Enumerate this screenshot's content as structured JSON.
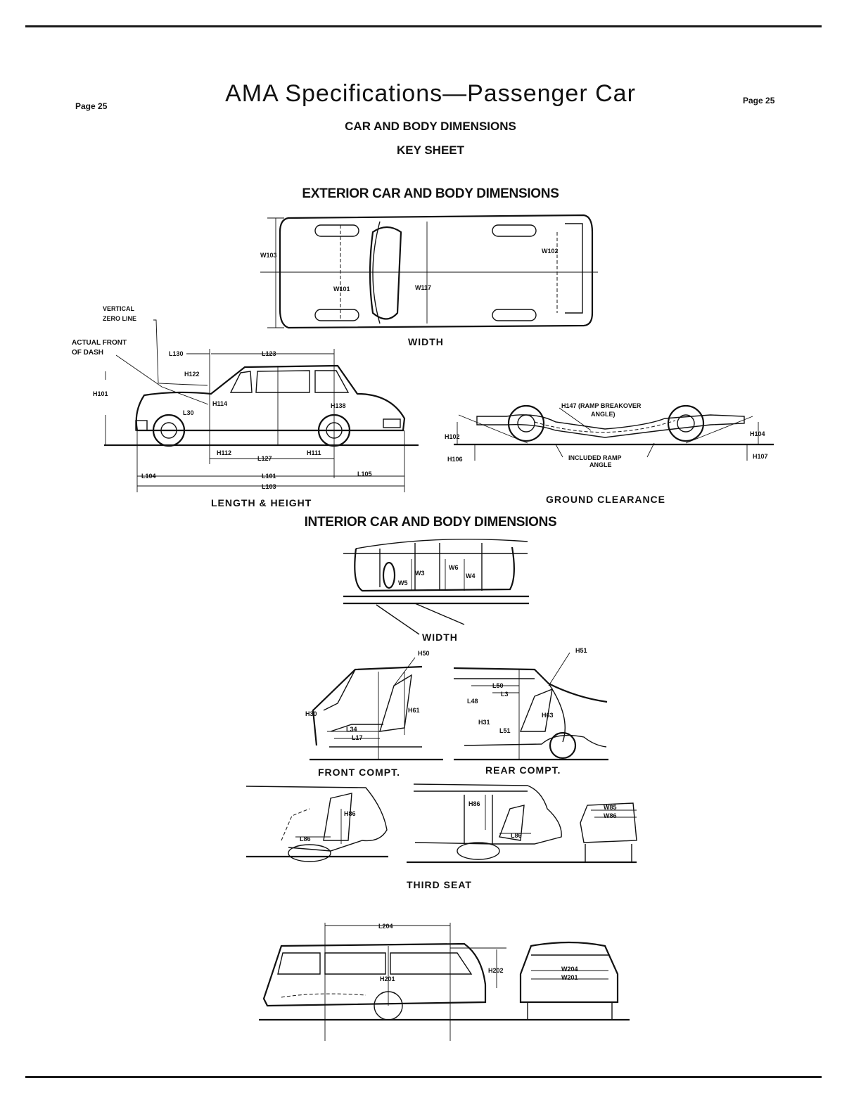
{
  "header": {
    "page_left": "Page 25",
    "title": "AMA Specifications—Passenger Car",
    "page_right": "Page 25",
    "subtitle1": "CAR AND BODY DIMENSIONS",
    "subtitle2": "KEY SHEET"
  },
  "exterior": {
    "heading": "EXTERIOR CAR AND BODY DIMENSIONS",
    "width_caption": "WIDTH",
    "length_caption": "LENGTH & HEIGHT",
    "ground_caption": "GROUND CLEARANCE",
    "width_labels": {
      "w103": "W103",
      "w102": "W102",
      "w101": "W101",
      "w117": "W117"
    },
    "length_labels": {
      "vertical_zero_1": "VERTICAL",
      "vertical_zero_2": "ZERO LINE",
      "actual_front_1": "ACTUAL FRONT",
      "actual_front_2": "OF DASH",
      "l130": "L130",
      "l123": "L123",
      "h122": "H122",
      "h101": "H101",
      "l30": "L30",
      "h114": "H114",
      "h138": "H138",
      "h112": "H112",
      "h111": "H111",
      "l127": "L127",
      "l104": "L104",
      "l101": "L101",
      "l105": "L105",
      "l103": "L103"
    },
    "ground_labels": {
      "h147_1": "H147 (RAMP BREAKOVER",
      "h147_2": "ANGLE)",
      "h102": "H102",
      "h104": "H104",
      "h106": "H106",
      "h107": "H107",
      "ramp_1": "INCLUDED RAMP",
      "ramp_2": "ANGLE"
    }
  },
  "interior": {
    "heading": "INTERIOR CAR AND BODY DIMENSIONS",
    "width_caption": "WIDTH",
    "width_labels": {
      "w3": "W3",
      "w5": "W5",
      "w6": "W6",
      "w4": "W4"
    },
    "front_caption": "FRONT COMPT.",
    "rear_caption": "REAR COMPT.",
    "front_labels": {
      "h50": "H50",
      "h30": "H30",
      "h61": "H61",
      "l34": "L34",
      "l17": "L17"
    },
    "rear_labels": {
      "h51": "H51",
      "l50": "L50",
      "l3": "L3",
      "l48": "L48",
      "h31": "H31",
      "h63": "H63",
      "l51": "L51"
    },
    "third_seat_caption": "THIRD SEAT",
    "third_labels": {
      "h86a": "H86",
      "l86a": "L86",
      "h86b": "H86",
      "l86b": "L86",
      "w85": "W85",
      "w86": "W86"
    },
    "wagon_labels": {
      "l204": "L204",
      "h201": "H201",
      "h202": "H202",
      "w204": "W204",
      "w201": "W201"
    }
  }
}
